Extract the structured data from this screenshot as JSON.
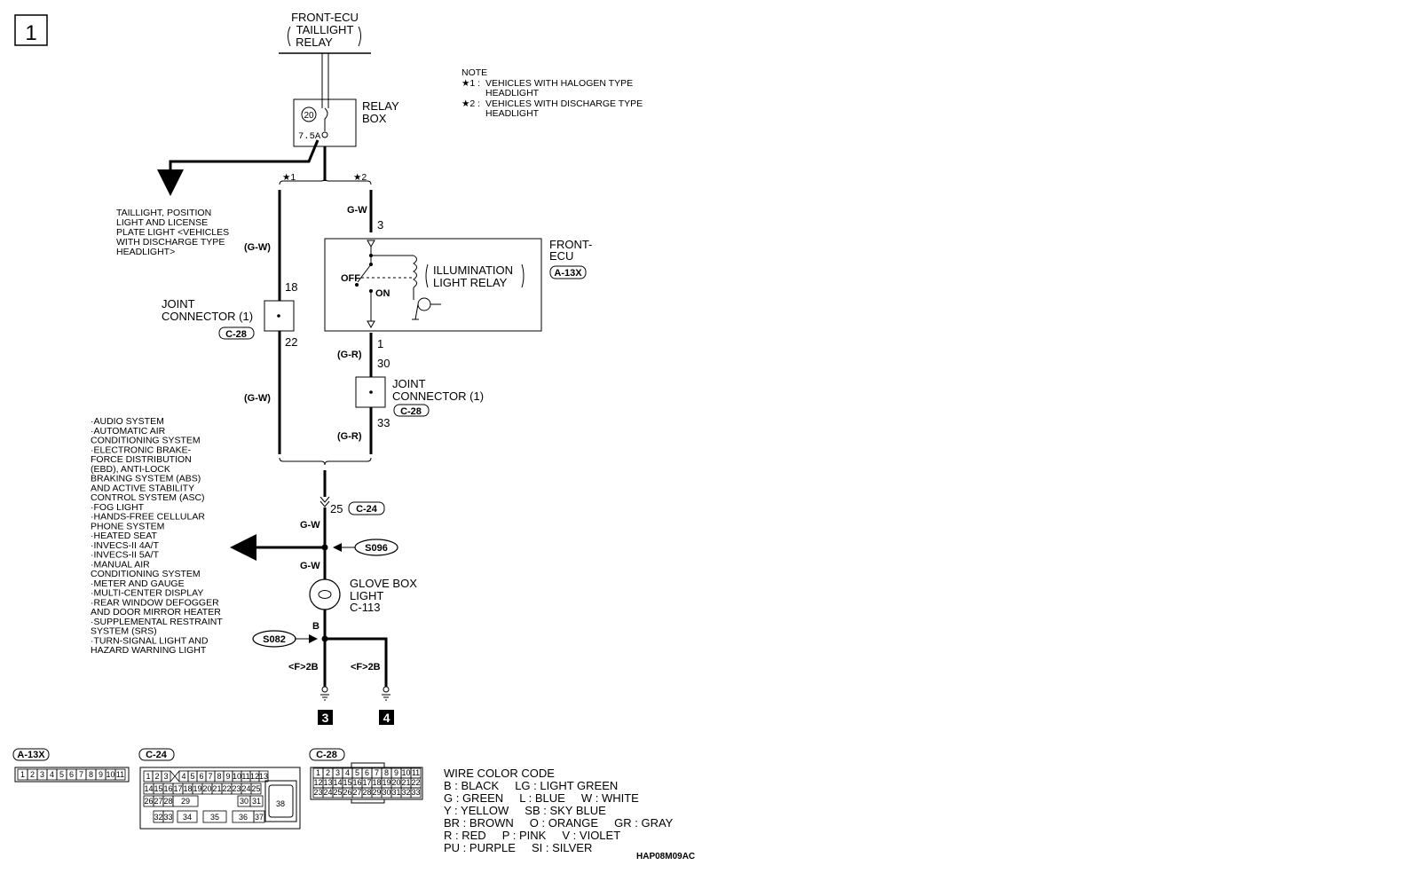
{
  "page_number": "1",
  "source": {
    "line1": "FRONT-ECU",
    "line2": "TAILLIGHT",
    "line3": "RELAY"
  },
  "relay_box": {
    "fuse_no": "20",
    "rating": "7.5A",
    "label1": "RELAY",
    "label2": "BOX"
  },
  "note": {
    "title": "NOTE",
    "n1_mark": "★1 :",
    "n1_l1": "VEHICLES WITH HALOGEN TYPE",
    "n1_l2": "HEADLIGHT",
    "n2_mark": "★2 :",
    "n2_l1": "VEHICLES WITH DISCHARGE TYPE",
    "n2_l2": "HEADLIGHT"
  },
  "branch_marks": {
    "left": "★1",
    "right": "★2"
  },
  "taillight_dest": [
    "TAILLIGHT, POSITION",
    "LIGHT AND LICENSE",
    "PLATE LIGHT <VEHICLES",
    "WITH DISCHARGE TYPE",
    "HEADLIGHT>"
  ],
  "wires": {
    "gw": "G-W",
    "gw_paren": "(G-W)",
    "gr_paren": "(G-R)",
    "b": "B",
    "pin18": "18",
    "pin22": "22",
    "pin3": "3",
    "pin1": "1",
    "pin30": "30",
    "pin33": "33",
    "pin25": "25"
  },
  "joint_connector": {
    "l1": "JOINT",
    "l2": "CONNECTOR (1)",
    "code": "C-28"
  },
  "front_ecu": {
    "l1": "FRONT-",
    "l2": "ECU",
    "code": "A-13X"
  },
  "relay": {
    "off": "OFF",
    "on": "ON",
    "l1": "ILLUMINATION",
    "l2": "LIGHT RELAY"
  },
  "c24_tag": "C-24",
  "splices": {
    "s096": "S096",
    "s082": "S082"
  },
  "systems": [
    "·AUDIO SYSTEM",
    "·AUTOMATIC AIR",
    "CONDITIONING SYSTEM",
    "·ELECTRONIC BRAKE-",
    "FORCE DISTRIBUTION",
    "(EBD), ANTI-LOCK",
    "BRAKING SYSTEM (ABS)",
    "AND ACTIVE STABILITY",
    "CONTROL SYSTEM (ASC)",
    "·FOG LIGHT",
    "·HANDS-FREE CELLULAR",
    "PHONE SYSTEM",
    "·HEATED SEAT",
    "·INVECS-II 4A/T",
    "·INVECS-II 5A/T",
    "·MANUAL AIR",
    "CONDITIONING SYSTEM",
    "·METER AND GAUGE",
    "·MULTI-CENTER DISPLAY",
    "·REAR WINDOW DEFOGGER",
    "AND DOOR MIRROR HEATER",
    "·SUPPLEMENTAL RESTRAINT",
    "SYSTEM (SRS)",
    "·TURN-SIGNAL LIGHT AND",
    "HAZARD WARNING LIGHT"
  ],
  "glove_box": {
    "l1": "GLOVE BOX",
    "l2": "LIGHT",
    "code": "C-113"
  },
  "grounds": {
    "g1_label": "<F>2B",
    "g2_label": "<F>2B",
    "g1_ref": "3",
    "g2_ref": "4"
  },
  "connectors": {
    "a13x": {
      "tag": "A-13X",
      "pins": [
        "1",
        "2",
        "3",
        "4",
        "5",
        "6",
        "7",
        "8",
        "9",
        "10",
        "11"
      ]
    },
    "c24": {
      "tag": "C-24",
      "row1": [
        "1",
        "2",
        "3",
        "4",
        "5",
        "6",
        "7",
        "8",
        "9",
        "10",
        "11",
        "12",
        "13"
      ],
      "row2": [
        "14",
        "15",
        "16",
        "17",
        "18",
        "19",
        "20",
        "21",
        "22",
        "23",
        "24",
        "25"
      ],
      "row3": [
        "26",
        "27",
        "28",
        "29",
        "30",
        "31"
      ],
      "row4": [
        "32",
        "33",
        "34",
        "35",
        "36",
        "37"
      ],
      "big": "38"
    },
    "c28": {
      "tag": "C-28",
      "row1": [
        "1",
        "2",
        "3",
        "4",
        "5",
        "6",
        "7",
        "8",
        "9",
        "10",
        "11"
      ],
      "row2": [
        "12",
        "13",
        "14",
        "15",
        "16",
        "17",
        "18",
        "19",
        "20",
        "21",
        "22"
      ],
      "row3": [
        "23",
        "24",
        "25",
        "26",
        "27",
        "28",
        "29",
        "30",
        "31",
        "32",
        "33"
      ]
    }
  },
  "wire_color_code": {
    "title": "WIRE COLOR CODE",
    "rows": [
      "B : BLACK     LG : LIGHT GREEN",
      "G : GREEN     L : BLUE     W : WHITE",
      "Y : YELLOW     SB : SKY BLUE",
      "BR : BROWN     O : ORANGE     GR : GRAY",
      "R : RED     P : PINK     V : VIOLET",
      "PU : PURPLE     SI : SILVER"
    ]
  },
  "drawing_code": "HAP08M09AC"
}
